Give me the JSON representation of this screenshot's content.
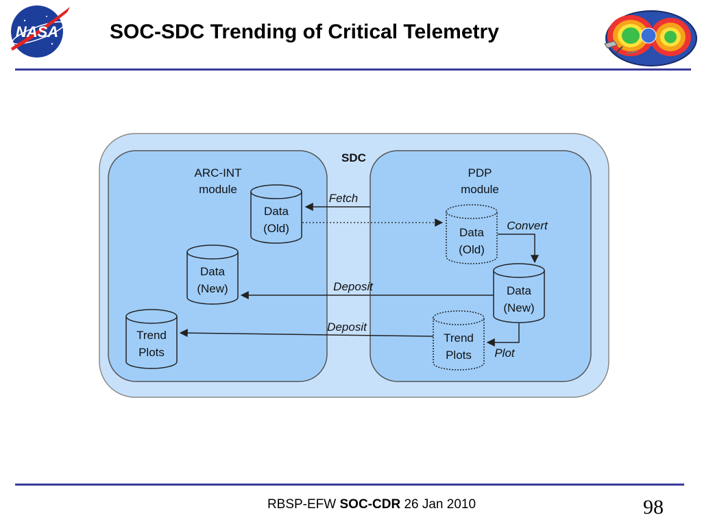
{
  "slide": {
    "title": "SOC-SDC Trending of Critical Telemetry",
    "logo_text": "NASA"
  },
  "diagram": {
    "outer_label": "SDC",
    "left_module": {
      "line1": "ARC-INT",
      "line2": "module"
    },
    "right_module": {
      "line1": "PDP",
      "line2": "module"
    },
    "left_data_old": {
      "line1": "Data",
      "line2": "(Old)"
    },
    "left_data_new": {
      "line1": "Data",
      "line2": "(New)"
    },
    "left_trend": {
      "line1": "Trend",
      "line2": "Plots"
    },
    "right_data_old": {
      "line1": "Data",
      "line2": "(Old)"
    },
    "right_data_new": {
      "line1": "Data",
      "line2": "(New)"
    },
    "right_trend": {
      "line1": "Trend",
      "line2": "Plots"
    },
    "arrows": {
      "fetch": "Fetch",
      "convert": "Convert",
      "deposit_new": "Deposit",
      "deposit_plots": "Deposit",
      "plot": "Plot"
    },
    "colors": {
      "outer_fill": "#c8e1fb",
      "module_fill": "#9fcdf8",
      "stroke": "#333333"
    }
  },
  "footer": {
    "prefix": "RBSP-EFW",
    "bold": "SOC-CDR",
    "date": "26 Jan 2010",
    "page": "98"
  }
}
